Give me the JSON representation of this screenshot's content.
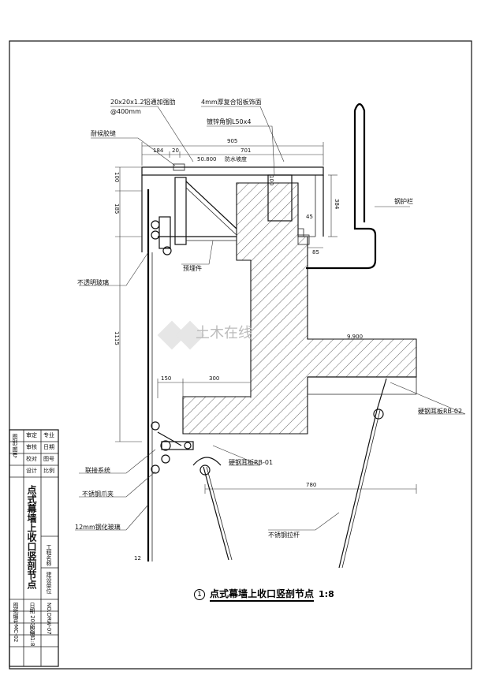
{
  "title": {
    "number": "1",
    "text": "点式幕墙上收口竖剖节点",
    "scale": "1:8"
  },
  "labels": {
    "aluminum_rib": "20x20x1.2铝通加强肋",
    "aluminum_rib_spacing": "@400mm",
    "composite_panel": "4mm厚复合铝板饰面",
    "weather_sealant": "耐候胶缝",
    "angle_steel": "镀锌角钢L50x4",
    "railing": "钢护栏",
    "bracket": "预埋件",
    "opaque_glass": "不透明玻璃",
    "connector": "联接系统",
    "clamp": "不锈钢爪夹",
    "tempered_glass": "12mm钢化玻璃",
    "plate_01": "硬钢耳板RB-01",
    "plate_02": "硬钢耳板RB-02",
    "tie_rod": "不锈钢拉杆",
    "level_top": "50.800",
    "level_floor": "9.900",
    "waterproof": "防水坡度",
    "watermark": "土木在线"
  },
  "dimensions": {
    "d905": "905",
    "d184": "184",
    "d20": "20",
    "d701": "701",
    "d100": "100",
    "d185": "185",
    "d1115": "1115",
    "d384": "384",
    "d45": "45",
    "d85": "85",
    "d150": "150",
    "d300": "300",
    "d780": "780",
    "d100b": "100",
    "d12": "12"
  },
  "title_block": {
    "rows_left": [
      "审定",
      "审核",
      "校对",
      "设计"
    ],
    "rows_right": [
      "专业",
      "日期",
      "图号",
      "比例"
    ],
    "side_label": "图别/图号",
    "drawing_name": "点式幕墙上收口竖剖节点",
    "project_label": "工程名称",
    "sub_label": "建设单位",
    "info": [
      "NO.DRW-07",
      "图纸编号",
      "MC-02",
      "比例 1:8",
      "日期 2002.04"
    ]
  }
}
